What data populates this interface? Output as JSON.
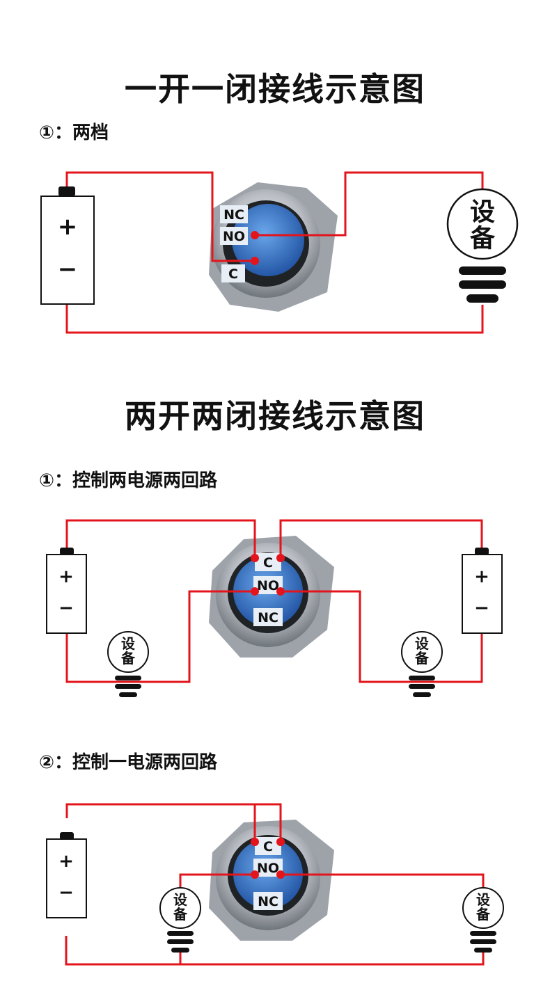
{
  "section1": {
    "title": "一开一闭接线示意图",
    "subtitle": "①：两档",
    "terminals": [
      "NC",
      "NO",
      "C"
    ],
    "battery_plus": "+",
    "battery_minus": "−",
    "device": "设备"
  },
  "section2": {
    "title": "两开两闭接线示意图",
    "sub1": "①：控制两电源两回路",
    "sub2": "②：控制一电源两回路",
    "terminals": [
      "C",
      "NO",
      "NC"
    ],
    "battery_plus": "+",
    "battery_minus": "−",
    "device": "设备"
  },
  "colors": {
    "wire": "#e3141b",
    "switch_body": "#b8bcc2",
    "switch_face": "#3d7fd0",
    "terminal_bg": "#e8eef6"
  }
}
